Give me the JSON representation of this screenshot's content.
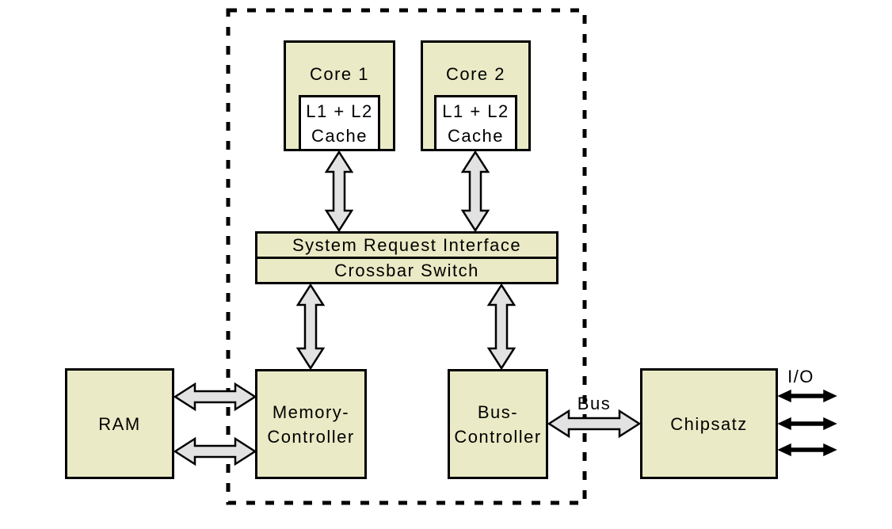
{
  "diagram": {
    "nodes": {
      "core1": {
        "label": "Core 1",
        "cache": {
          "line1": "L1 + L2",
          "line2": "Cache"
        }
      },
      "core2": {
        "label": "Core 2",
        "cache": {
          "line1": "L1 + L2",
          "line2": "Cache"
        }
      },
      "system_request_interface": {
        "label": "System Request Interface"
      },
      "crossbar_switch": {
        "label": "Crossbar Switch"
      },
      "ram": {
        "label": "RAM"
      },
      "memory_controller": {
        "line1": "Memory-",
        "line2": "Controller"
      },
      "bus_controller": {
        "line1": "Bus-",
        "line2": "Controller"
      },
      "chipset": {
        "label": "Chipsatz"
      }
    },
    "labels": {
      "bus": "Bus",
      "io": "I/O"
    },
    "connections": [
      {
        "from": "core1 cache",
        "to": "system_request_interface",
        "style": "gray double arrow"
      },
      {
        "from": "core2 cache",
        "to": "system_request_interface",
        "style": "gray double arrow"
      },
      {
        "from": "crossbar_switch",
        "to": "memory_controller",
        "style": "gray double arrow"
      },
      {
        "from": "crossbar_switch",
        "to": "bus_controller",
        "style": "gray double arrow"
      },
      {
        "from": "ram",
        "to": "memory_controller",
        "style": "two gray double arrows"
      },
      {
        "from": "bus_controller",
        "to": "chipset",
        "style": "gray double arrow",
        "label": "Bus"
      },
      {
        "from": "chipset",
        "to": "external I/O",
        "style": "three thin black double arrows",
        "label": "I/O"
      }
    ],
    "boundary": "dashed rectangle around CPU die",
    "colors": {
      "background": "#ffffff",
      "box_fill": "#eaeac6",
      "box_border": "#000000",
      "arrow_fill": "#e2e2e2",
      "arrow_outline": "#000000",
      "dash_color": "#000000",
      "text_color": "#000000"
    }
  }
}
